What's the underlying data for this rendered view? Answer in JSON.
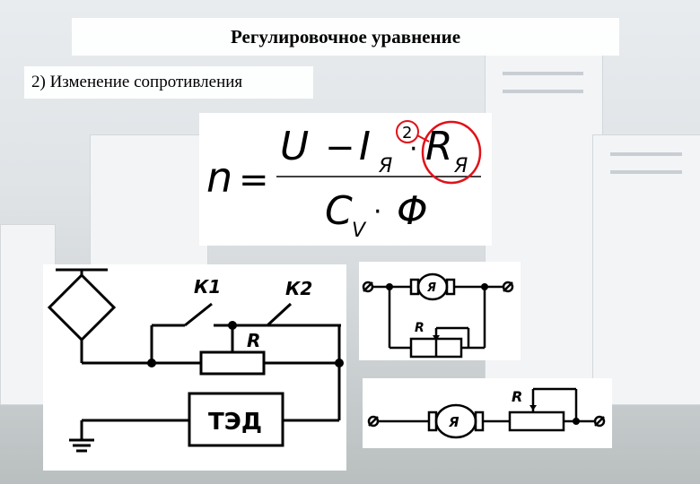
{
  "slide": {
    "title": "Регулировочное уравнение",
    "subtitle": "2) Изменение сопротивления"
  },
  "formula": {
    "lhs": "n",
    "equals": "=",
    "num_U": "U",
    "num_minus": "−",
    "num_I": "I",
    "num_I_sub": "Я",
    "num_dot": "·",
    "num_R": "R",
    "num_R_sub": "Я",
    "den_C": "C",
    "den_C_sub": "V",
    "den_dot": "·",
    "den_Phi": "Φ",
    "marker": "2",
    "highlight_color": "#e0121a"
  },
  "circuit_main": {
    "k1": "К1",
    "k2": "К2",
    "r": "R",
    "motor": "ТЭД"
  },
  "circuit_shunt": {
    "armature": "Я",
    "r": "R"
  },
  "circuit_series": {
    "armature": "Я",
    "r": "R"
  }
}
